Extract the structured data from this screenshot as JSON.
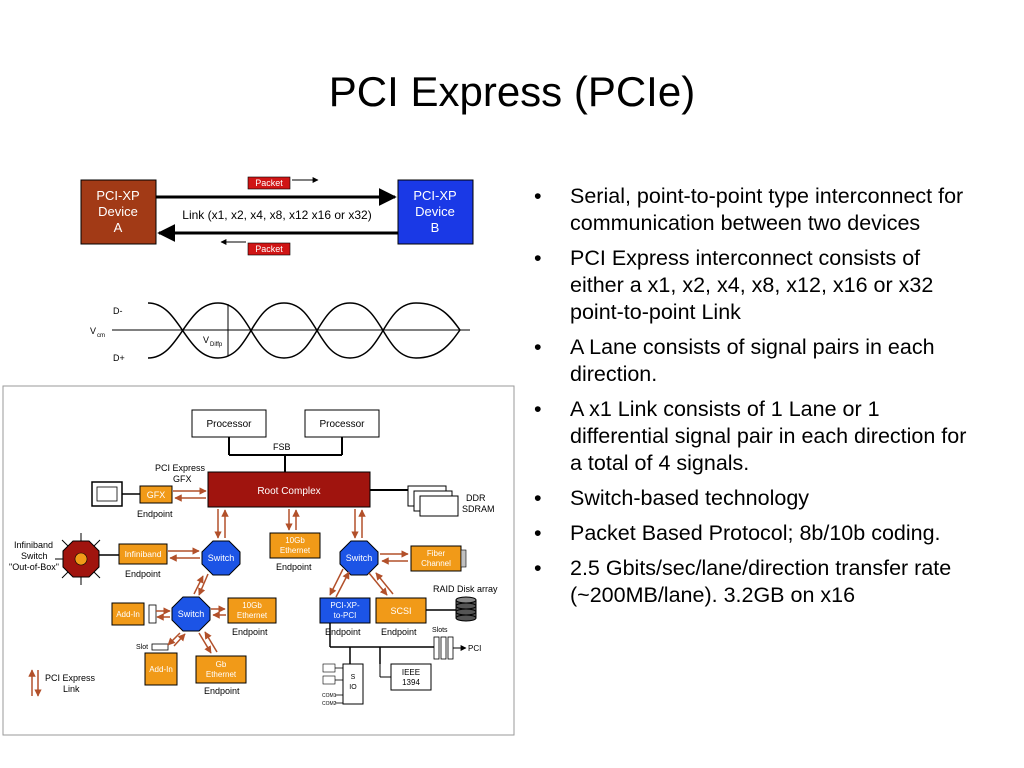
{
  "slide": {
    "title": "PCI Express (PCIe)",
    "bullets": [
      "Serial, point-to-point type interconnect for communication between two devices",
      "PCI Express interconnect consists of either a x1, x2, x4, x8, x12, x16 or x32 point-to-point Link",
      "A Lane consists of signal pairs in each direction.",
      "A x1 Link consists of 1 Lane or 1 differential signal pair in each direction for a total of 4 signals.",
      "Switch-based technology",
      "Packet Based Protocol; 8b/10b coding.",
      "2.5 Gbits/sec/lane/direction transfer rate (~200MB/lane). 3.2GB on x16"
    ]
  },
  "link_figure": {
    "device_a": [
      "PCI-XP",
      "Device",
      "A"
    ],
    "device_b": [
      "PCI-XP",
      "Device",
      "B"
    ],
    "link_label": "Link (x1, x2, x4, x8, x12 x16 or x32)",
    "packet_label": "Packet",
    "colors": {
      "device_a": "#a23a16",
      "device_b": "#1a39e6",
      "packet": "#d01515"
    }
  },
  "signal_figure": {
    "d_minus": "D-",
    "d_plus": "D+",
    "vcm": "V",
    "vcm_sub": "cm",
    "vdiff": "V",
    "vdiff_sub": "Diffp"
  },
  "topology": {
    "processor": "Processor",
    "fsb": "FSB",
    "pci_express_gfx": [
      "PCI Express",
      "GFX"
    ],
    "root_complex": "Root Complex",
    "gfx": "GFX",
    "endpoint": "Endpoint",
    "ddr_sdram": [
      "DDR",
      "SDRAM"
    ],
    "infiniband_switch": [
      "Infiniband",
      "Switch",
      "\"Out-of-Box\""
    ],
    "infiniband": "Infiniband",
    "switch": "Switch",
    "tengb_ethernet": [
      "10Gb",
      "Ethernet"
    ],
    "fiber_channel": [
      "Fiber",
      "Channel"
    ],
    "raid": "RAID Disk array",
    "add_in": "Add-In",
    "slot": "Slot",
    "pci_xp_to_pci": [
      "PCI-XP-",
      "to-PCI"
    ],
    "scsi": "SCSI",
    "slots": "Slots",
    "pci": "PCI",
    "gb_ethernet": [
      "Gb",
      "Ethernet"
    ],
    "sio": [
      "S",
      "IO"
    ],
    "ieee": [
      "IEEE",
      "1394"
    ],
    "com1": "COM1",
    "com2": "COM2",
    "legend": [
      "PCI Express",
      "Link"
    ],
    "colors": {
      "root_complex": "#a0140e",
      "switch": "#1c54e6",
      "endpoint": "#f19a18",
      "link_arrow": "#b2502a"
    }
  }
}
